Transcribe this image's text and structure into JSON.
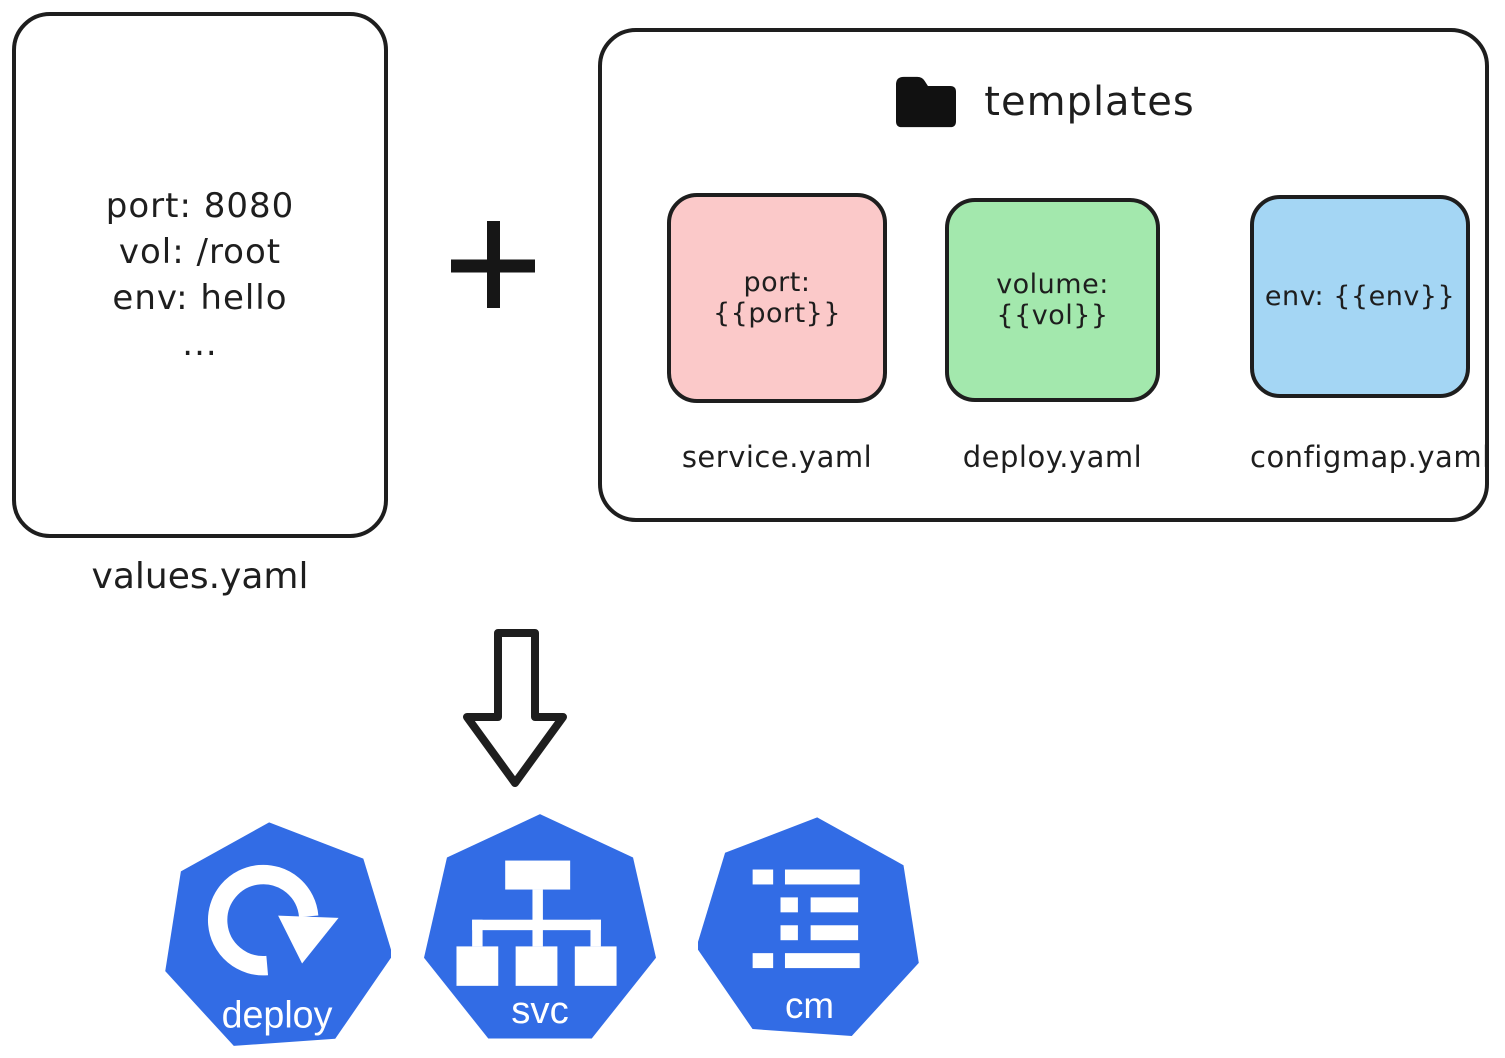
{
  "diagram": {
    "values_file": {
      "lines": [
        "port: 8080",
        "vol: /root",
        "env: hello",
        "..."
      ],
      "label": "values.yaml"
    },
    "plus_sign": "+",
    "templates_folder": {
      "label": "templates",
      "items": [
        {
          "content": "port: {{port}}",
          "label": "service.yaml",
          "fill": "#fbc9c9"
        },
        {
          "content": "volume: {{vol}}",
          "label": "deploy.yaml",
          "fill": "#a3e8ad"
        },
        {
          "content": "env: {{env}}",
          "label": "configmap.yaml",
          "fill": "#a4d6f4"
        }
      ]
    },
    "outputs": [
      {
        "label": "deploy",
        "kind": "deployment",
        "icon": "deployment-icon"
      },
      {
        "label": "svc",
        "kind": "service",
        "icon": "service-icon"
      },
      {
        "label": "cm",
        "kind": "configmap",
        "icon": "configmap-icon"
      }
    ],
    "colors": {
      "ink": "#1e1e1e",
      "kubernetes_blue": "#326ce5",
      "icon_glyph_white": "#ffffff"
    }
  }
}
